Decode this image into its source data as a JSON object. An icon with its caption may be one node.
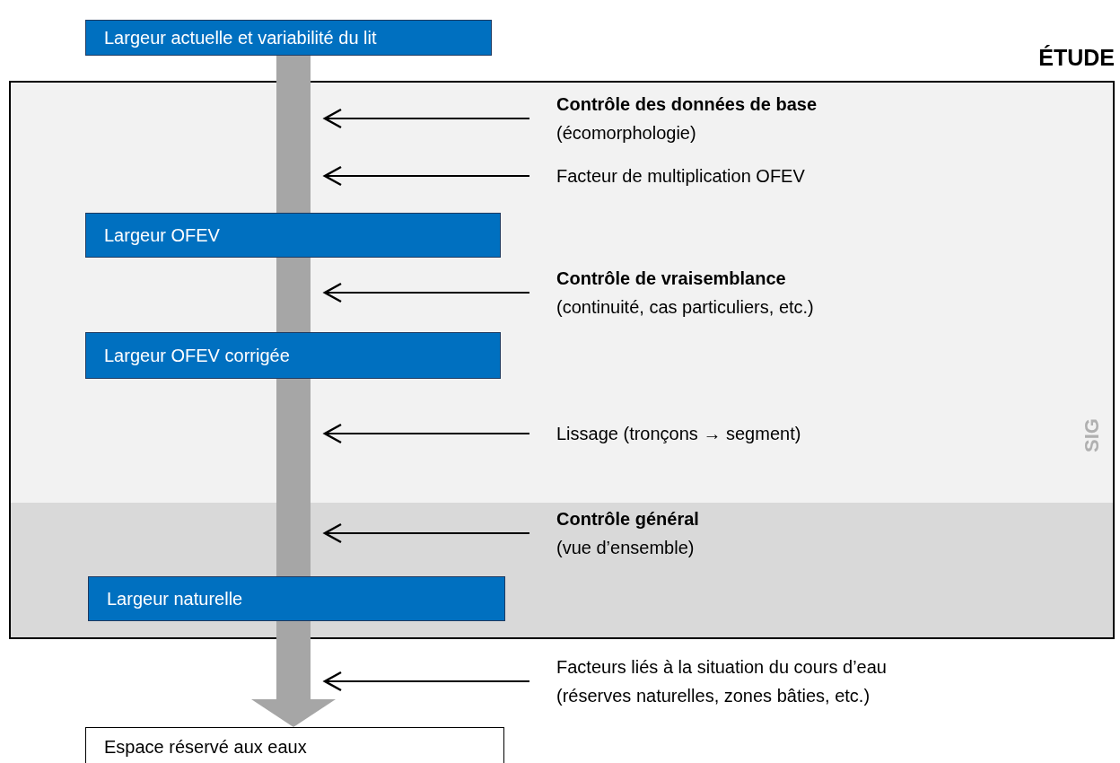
{
  "diagram": {
    "nodes": [
      {
        "text": [
          "Largeur actuelle et variabilité du lit"
        ]
      },
      {
        "text": [
          "ÉTUDE"
        ]
      },
      {
        "text": [
          "Contrôle des données de base",
          "(écomorphologie)"
        ],
        "in": 1
      },
      {
        "text": [
          "Facteur de multiplication OFEV"
        ],
        "in": 1
      },
      {
        "text": [
          "Largeur OFEV"
        ],
        "in": 1
      },
      {
        "text": [
          "Contrôle de vraisemblance",
          "(continuité, cas particuliers, etc.)"
        ],
        "in": 1
      },
      {
        "text": [
          "Largeur OFEV corrigée"
        ],
        "in": 1
      },
      {
        "text": [
          "Lissage (tronçons → segment)"
        ],
        "in": 1
      },
      {
        "text": [
          "Contrôle général",
          "(vue d’ensemble)"
        ],
        "in": 1
      },
      {
        "text": [
          "Largeur naturelle"
        ],
        "in": 1
      },
      {
        "text": [
          "Facteurs liés à la situation du cours d’eau",
          "(réserves naturelles, zones bâties, etc.)"
        ]
      },
      {
        "text": [
          "Espace réservé aux eaux"
        ]
      }
    ],
    "edges": [
      {
        "from": 0,
        "to": 4,
        "arrow": "none",
        "style": "thick",
        "color": "#a6a6a6"
      },
      {
        "from": 4,
        "to": 6,
        "arrow": "none",
        "style": "thick",
        "color": "#a6a6a6"
      },
      {
        "from": 6,
        "to": 9,
        "arrow": "none",
        "style": "thick",
        "color": "#a6a6a6"
      },
      {
        "from": 9,
        "to": 11,
        "arrow": "to",
        "style": "thick",
        "color": "#a6a6a6"
      },
      {
        "from": 2,
        "to": null,
        "arrow": "to"
      },
      {
        "from": 3,
        "to": null,
        "arrow": "to"
      },
      {
        "from": 5,
        "to": null,
        "arrow": "to"
      },
      {
        "from": 7,
        "to": null,
        "arrow": "to"
      },
      {
        "from": 8,
        "to": null,
        "arrow": "to"
      },
      {
        "from": 10,
        "to": null,
        "arrow": "to"
      }
    ],
    "labels": [
      "SIG"
    ]
  }
}
